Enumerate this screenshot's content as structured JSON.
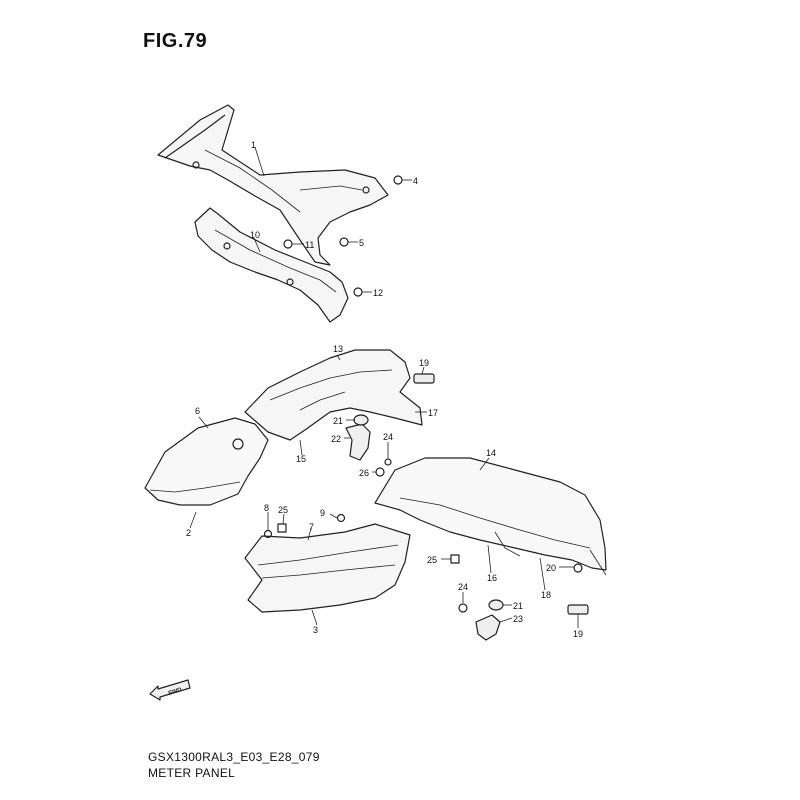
{
  "figure_title": "FIG.79",
  "model_code": "GSX1300RAL3_E03_E28_079",
  "assembly_name": "METER PANEL",
  "direction_label": "FWD",
  "fine_print": [
    "",
    ""
  ],
  "callouts": [
    "1",
    "4",
    "10",
    "11",
    "5",
    "12",
    "13",
    "19",
    "17",
    "6",
    "21",
    "24",
    "22",
    "15",
    "26",
    "14",
    "2",
    "8",
    "25",
    "9",
    "7",
    "3",
    "25",
    "16",
    "20",
    "18",
    "24",
    "21",
    "23",
    "19"
  ]
}
